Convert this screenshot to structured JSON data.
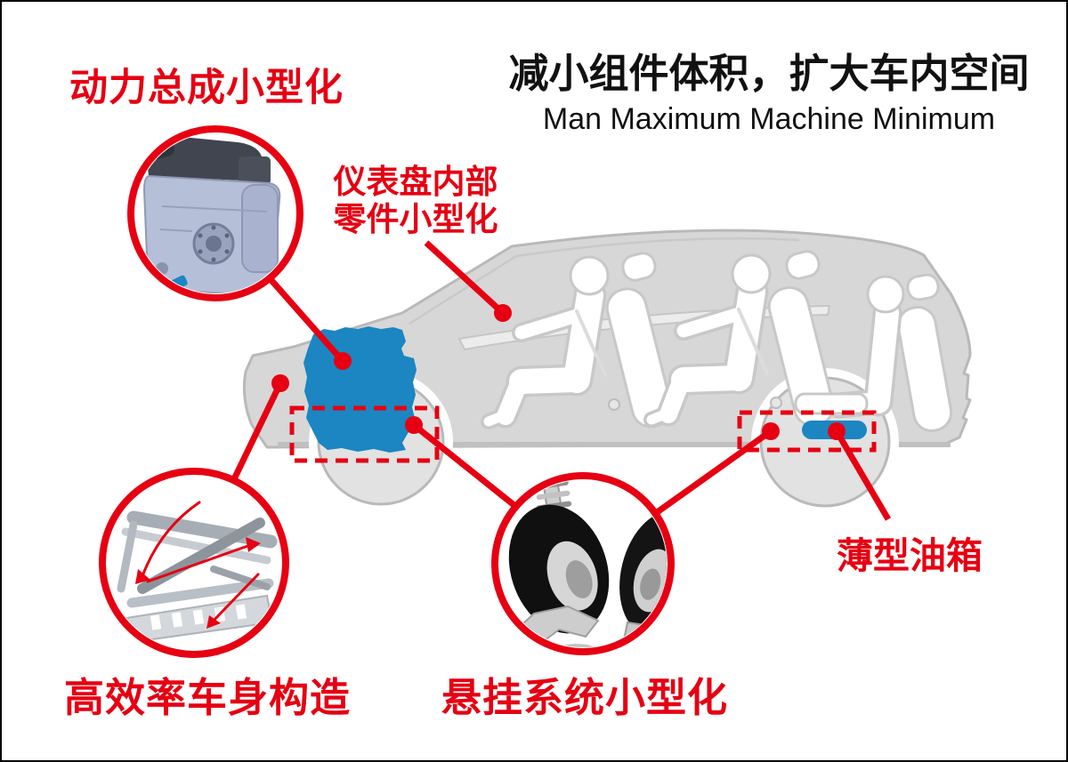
{
  "title": {
    "zh": "减小组件体积，扩大车内空间",
    "en": "Man Maximum Machine Minimum"
  },
  "labels": {
    "powertrain": "动力总成小型化",
    "dashboard_line1": "仪表盘内部",
    "dashboard_line2": "零件小型化",
    "body_structure": "高效率车身构造",
    "suspension": "悬挂系统小型化",
    "fuel_tank": "薄型油箱"
  },
  "callout_images": [
    "engine-photo",
    "body-frame-photo",
    "suspension-wheels-photo"
  ],
  "highlighted_parts": [
    "engine-block",
    "fuel-tank"
  ],
  "colors": {
    "accent_red": "#e60012",
    "highlight_blue": "#1b86c2",
    "car_gray": "#d7d7d7",
    "outline_gray": "#b9b9b9",
    "text_black": "#111111"
  }
}
